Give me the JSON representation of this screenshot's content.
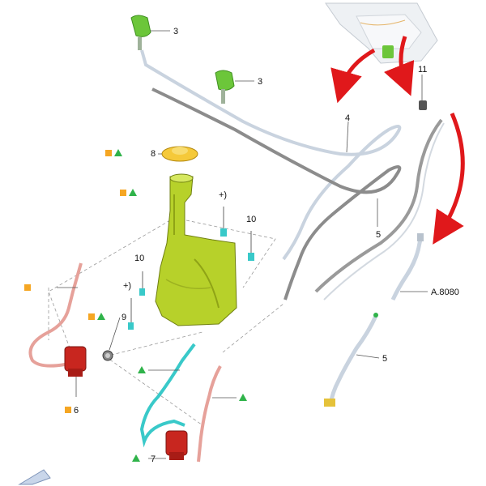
{
  "callouts": [
    {
      "id": "c-3a",
      "label": "3",
      "name": "callout-3-upper-nozzle",
      "marks": []
    },
    {
      "id": "c-3b",
      "label": "3",
      "name": "callout-3-lower-nozzle",
      "marks": []
    },
    {
      "id": "c-11",
      "label": "11",
      "name": "callout-11-clip",
      "marks": []
    },
    {
      "id": "c-4",
      "label": "4",
      "name": "callout-4-hose-assembly",
      "marks": []
    },
    {
      "id": "c-8",
      "label": "8",
      "name": "callout-8-filler-cap",
      "marks": [
        "square",
        "triangle"
      ]
    },
    {
      "id": "c-neck",
      "label": "",
      "name": "callout-filler-neck",
      "marks": [
        "square",
        "triangle"
      ]
    },
    {
      "id": "c-plus-a",
      "label": "+)",
      "name": "callout-plus-upper",
      "marks": []
    },
    {
      "id": "c-10a",
      "label": "10",
      "name": "callout-10-upper-connector",
      "marks": []
    },
    {
      "id": "c-5a",
      "label": "5",
      "name": "callout-5-hose-upper",
      "marks": []
    },
    {
      "id": "c-10b",
      "label": "10",
      "name": "callout-10-lower-connector",
      "marks": []
    },
    {
      "id": "c-plus-b",
      "label": "+)",
      "name": "callout-plus-lower",
      "marks": []
    },
    {
      "id": "c-a8080",
      "label": "A.8080",
      "name": "callout-a8080-reference",
      "marks": []
    },
    {
      "id": "c-9",
      "label": "9",
      "name": "callout-9-grommet",
      "marks": [
        "square",
        "triangle"
      ]
    },
    {
      "id": "c-5b",
      "label": "5",
      "name": "callout-5-hose-lower",
      "marks": []
    },
    {
      "id": "c-6",
      "label": "6",
      "name": "callout-6-front-pump",
      "marks": [
        "square"
      ]
    },
    {
      "id": "c-7",
      "label": "7",
      "name": "callout-7-rear-pump",
      "marks": [
        "triangle"
      ]
    },
    {
      "id": "c-red-hose",
      "label": "",
      "name": "callout-red-hose",
      "marks": [
        "square"
      ]
    },
    {
      "id": "c-blue-hose",
      "label": "",
      "name": "callout-blue-hose",
      "marks": [
        "triangle"
      ]
    },
    {
      "id": "c-rear-hose",
      "label": "",
      "name": "callout-rear-red-hose",
      "marks": [
        "triangle"
      ]
    }
  ],
  "colors": {
    "square_marker": "#f5a623",
    "triangle_marker": "#2fb34a",
    "arrow": "#e0181b",
    "reservoir": "#b7d12a",
    "nozzle": "#6cc63a",
    "pump": "#c8261f",
    "pink_hose": "#e6a19a",
    "cyan_hose": "#39c9c9",
    "grey_hose": "#8c8c8c",
    "light_hose": "#c9d3df",
    "cap": "#f5c93a"
  }
}
